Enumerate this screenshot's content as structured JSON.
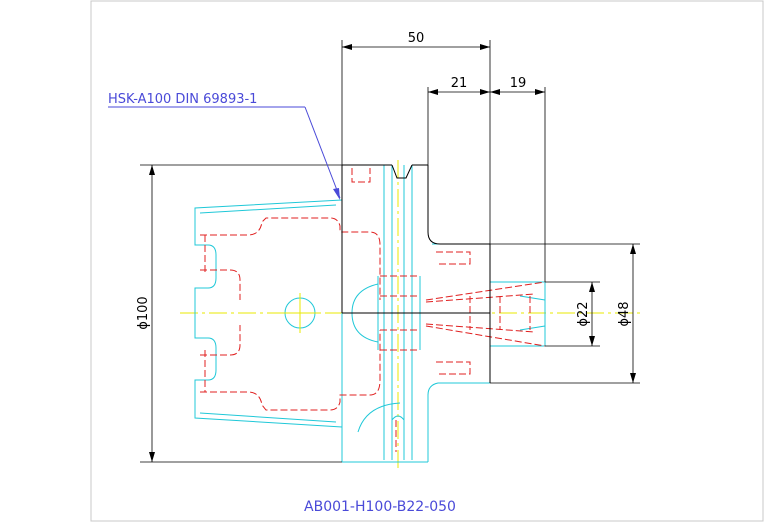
{
  "drawing": {
    "title_code": "AB001-H100-B22-050",
    "spec_label": "HSK-A100 DIN 69893-1",
    "dimensions": {
      "length_overall": "50",
      "length_a": "21",
      "length_b": "19",
      "dia_flange": "ϕ100",
      "dia_bore": "ϕ22",
      "dia_body": "ϕ48"
    },
    "colors": {
      "outline": "#000000",
      "hidden": "#e02020",
      "profile": "#20c8d8",
      "center": "#e8e800",
      "annotation": "#4a4ad8",
      "border": "#c8c8c8"
    }
  }
}
